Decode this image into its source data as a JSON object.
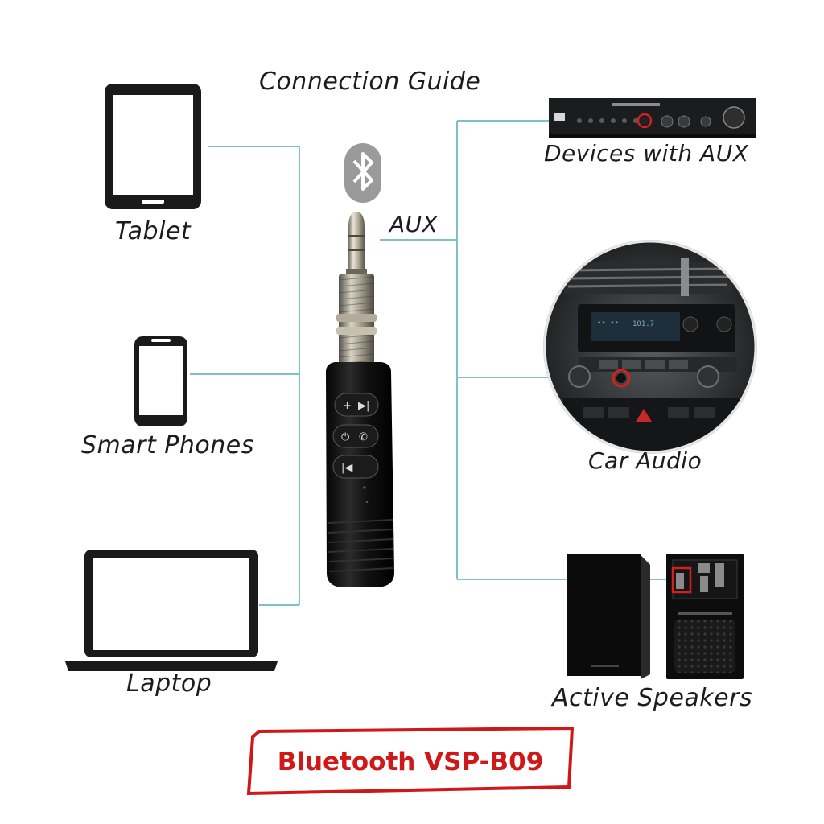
{
  "title": "Connection Guide",
  "center": {
    "aux_label": "AUX",
    "bluetooth_icon": "bluetooth-icon"
  },
  "left_devices": [
    {
      "label": "Tablet",
      "icon": "tablet-icon"
    },
    {
      "label": "Smart Phones",
      "icon": "smartphone-icon"
    },
    {
      "label": "Laptop",
      "icon": "laptop-icon"
    }
  ],
  "right_devices": [
    {
      "label": "Devices with AUX",
      "icon": "amplifier-icon"
    },
    {
      "label": "Car Audio",
      "icon": "car-dashboard-icon"
    },
    {
      "label": "Active Speakers",
      "icon": "speakers-icon"
    }
  ],
  "brand": {
    "text": "Bluetooth VSP-B09"
  },
  "colors": {
    "connector_line": "#7fbfc9",
    "brand_red": "#d01818",
    "highlight_red": "#d42020"
  }
}
